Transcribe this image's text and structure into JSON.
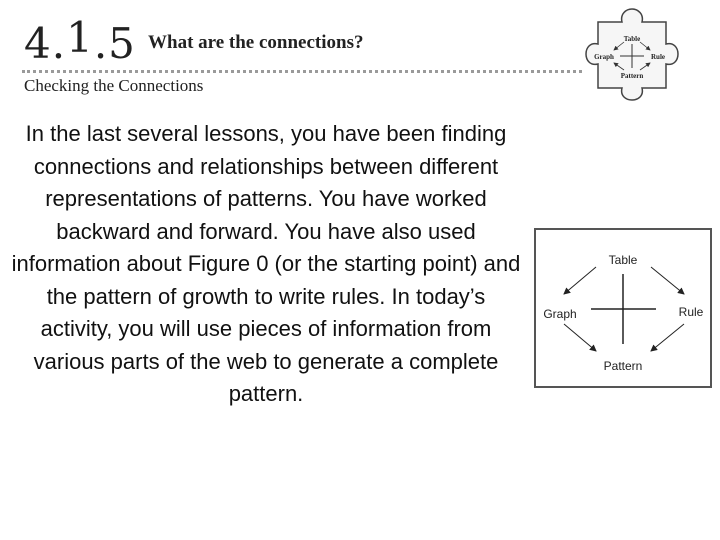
{
  "header": {
    "lesson_number_part1": "4.",
    "lesson_number_part2": "1",
    "lesson_number_part3": ".5",
    "title": "What are the connections?",
    "subtitle": "Checking the Connections"
  },
  "puzzle_icon": {
    "labels": {
      "top": "Table",
      "left": "Graph",
      "right": "Rule",
      "bottom": "Pattern"
    }
  },
  "body": {
    "paragraph": "In the last several lessons, you have been finding connections and relationships between different representations of patterns.  You have worked backward and forward.  You have also used information about Figure 0 (or the starting point) and the pattern of growth to write rules.  In today’s activity, you will use pieces of information from various parts of the web to generate a complete pattern."
  },
  "diagram": {
    "labels": {
      "top": "Table",
      "left": "Graph",
      "right": "Rule",
      "bottom": "Pattern"
    }
  }
}
